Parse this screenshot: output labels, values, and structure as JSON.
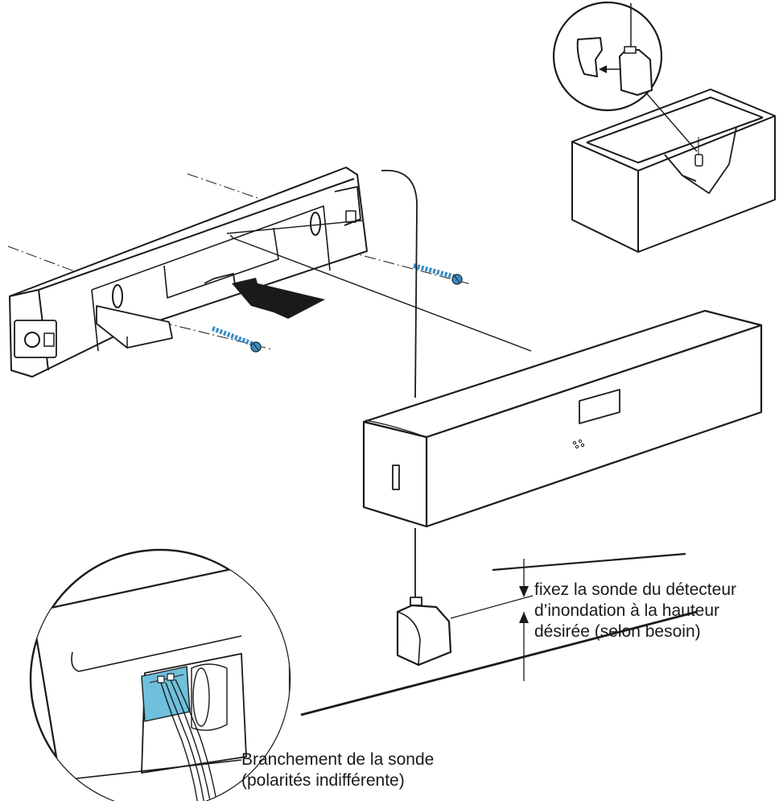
{
  "annotations": {
    "height_note": [
      "fixez la sonde du détecteur",
      "d’inondation à la hauteur",
      "désirée (selon besoin)"
    ],
    "probe_note": [
      "Branchement de la sonde",
      "(polarités indifférente)"
    ]
  },
  "colors": {
    "line": "#1a1a1a",
    "screw": "#3a8fc8",
    "terminal": "#6fc0dc"
  },
  "icons": {
    "screw": "screw-icon",
    "arrow": "insertion-arrow-icon"
  }
}
